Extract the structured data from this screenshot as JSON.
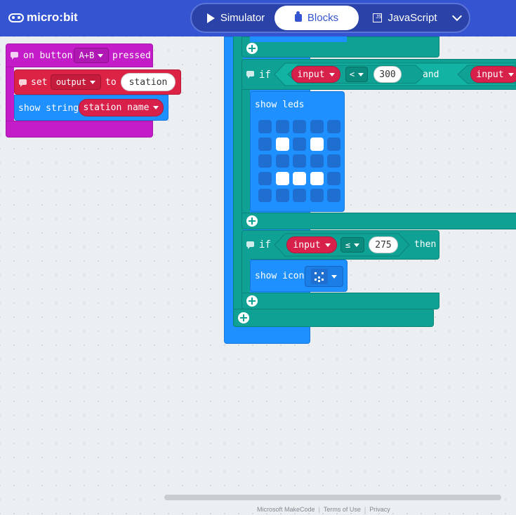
{
  "header": {
    "logo_text": "micro:bit",
    "tabs": [
      {
        "label": "Simulator",
        "icon": "play-icon"
      },
      {
        "label": "Blocks",
        "icon": "puzzle-icon",
        "active": true
      },
      {
        "label": "JavaScript",
        "icon": "js-icon"
      }
    ],
    "colors": {
      "header": "#3454d1",
      "active_tab_text": "#3454d1"
    }
  },
  "event_block": {
    "prefix": "on button",
    "button": "A+B",
    "suffix": "pressed",
    "set_label": "set",
    "set_var": "output",
    "to_label": "to",
    "to_value": "station",
    "show_string_label": "show string",
    "show_string_var": "station name",
    "colors": {
      "event": "#c41cc8",
      "variable": "#dc2345",
      "basic": "#1e90ff"
    }
  },
  "if_block_1": {
    "if_label": "if",
    "left_var": "input",
    "operator": "<",
    "number": "300",
    "and_label": "and",
    "right_var": "input"
  },
  "show_leds": {
    "label": "show leds",
    "grid": [
      [
        0,
        0,
        0,
        0,
        0
      ],
      [
        0,
        1,
        0,
        1,
        0
      ],
      [
        0,
        0,
        0,
        0,
        0
      ],
      [
        0,
        1,
        1,
        1,
        0
      ],
      [
        0,
        0,
        0,
        0,
        0
      ]
    ]
  },
  "if_block_2": {
    "if_label": "if",
    "left_var": "input",
    "operator": "≤",
    "number": "275",
    "then_label": "then"
  },
  "show_icon": {
    "label": "show icon",
    "icon": "sad-face-icon"
  },
  "footer": {
    "brand": "Microsoft MakeCode",
    "terms": "Terms of Use",
    "privacy": "Privacy"
  },
  "colors": {
    "logic": "#0fa294",
    "logic_dark": "#0b8478",
    "background": "#eceff2"
  }
}
